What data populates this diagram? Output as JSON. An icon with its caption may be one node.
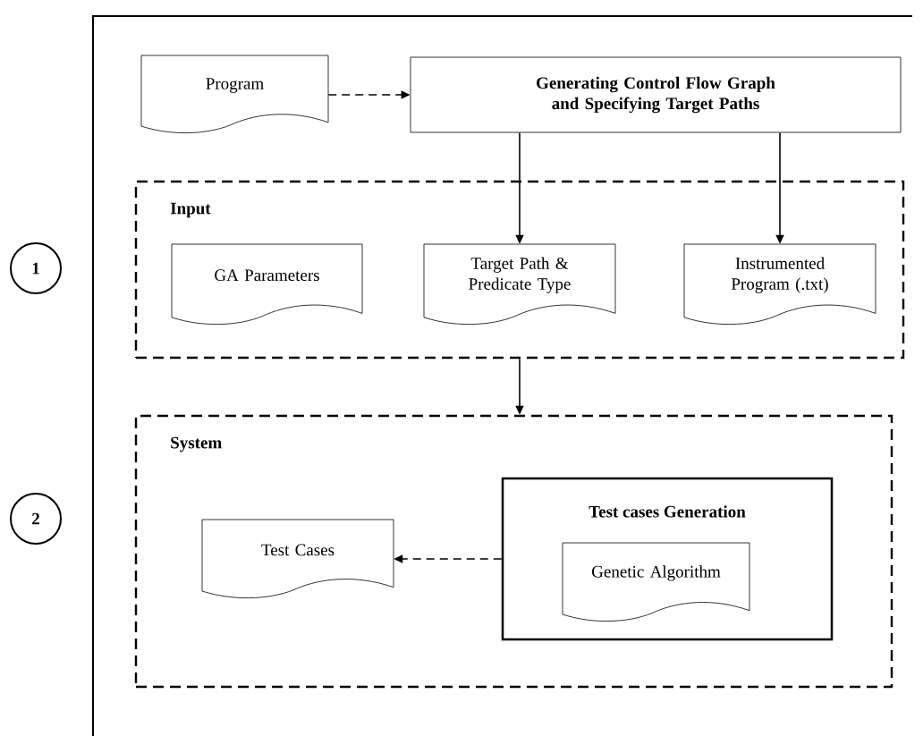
{
  "diagram": {
    "nodes": [
      {
        "text": [
          "Program"
        ]
      },
      {
        "text": [
          "Generating Control Flow Graph and Specifying Target Paths"
        ]
      },
      {
        "text": [
          "Input"
        ]
      },
      {
        "text": [
          "GA Parameters"
        ],
        "in": 2
      },
      {
        "text": [
          "Target Path & Predicate Type"
        ],
        "in": 2
      },
      {
        "text": [
          "Instrumented Program (.txt)"
        ],
        "in": 2
      },
      {
        "text": [
          "System"
        ]
      },
      {
        "text": [
          "Test Cases"
        ],
        "in": 6
      },
      {
        "text": [
          "Test cases Generation"
        ],
        "in": 6
      },
      {
        "text": [
          "Genetic Algorithm"
        ],
        "in": 8
      },
      {
        "text": [
          "1"
        ]
      },
      {
        "text": [
          "2"
        ]
      }
    ],
    "edges": [
      {
        "from": 0,
        "to": 1,
        "arrow": "to",
        "style": "dashed"
      },
      {
        "from": 1,
        "to": 4,
        "arrow": "to"
      },
      {
        "from": 1,
        "to": 5,
        "arrow": "to"
      },
      {
        "from": 2,
        "to": 6,
        "arrow": "to"
      },
      {
        "from": 8,
        "to": 7,
        "arrow": "to",
        "style": "dashed"
      }
    ]
  }
}
